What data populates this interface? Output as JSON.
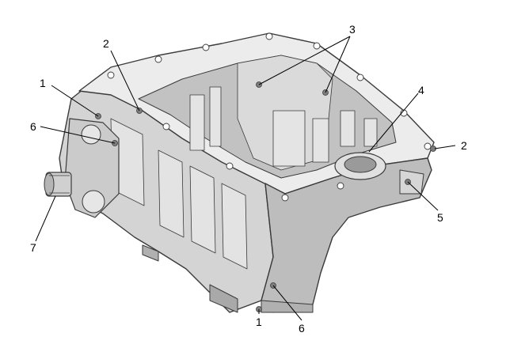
{
  "diagram": {
    "colors": {
      "background": "#ffffff",
      "body_light": "#e6e6e6",
      "body_mid": "#cfcfcf",
      "body_shadow": "#a9a9a9",
      "outline": "#3a3a3a",
      "leader": "#000000"
    },
    "callouts": [
      {
        "id": "c1-top",
        "label": "1"
      },
      {
        "id": "c2-top",
        "label": "2"
      },
      {
        "id": "c3",
        "label": "3"
      },
      {
        "id": "c4",
        "label": "4"
      },
      {
        "id": "c2-right",
        "label": "2"
      },
      {
        "id": "c5",
        "label": "5"
      },
      {
        "id": "c6-left",
        "label": "6"
      },
      {
        "id": "c7",
        "label": "7"
      },
      {
        "id": "c1-bottom",
        "label": "1"
      },
      {
        "id": "c6-bottom",
        "label": "6"
      }
    ]
  }
}
